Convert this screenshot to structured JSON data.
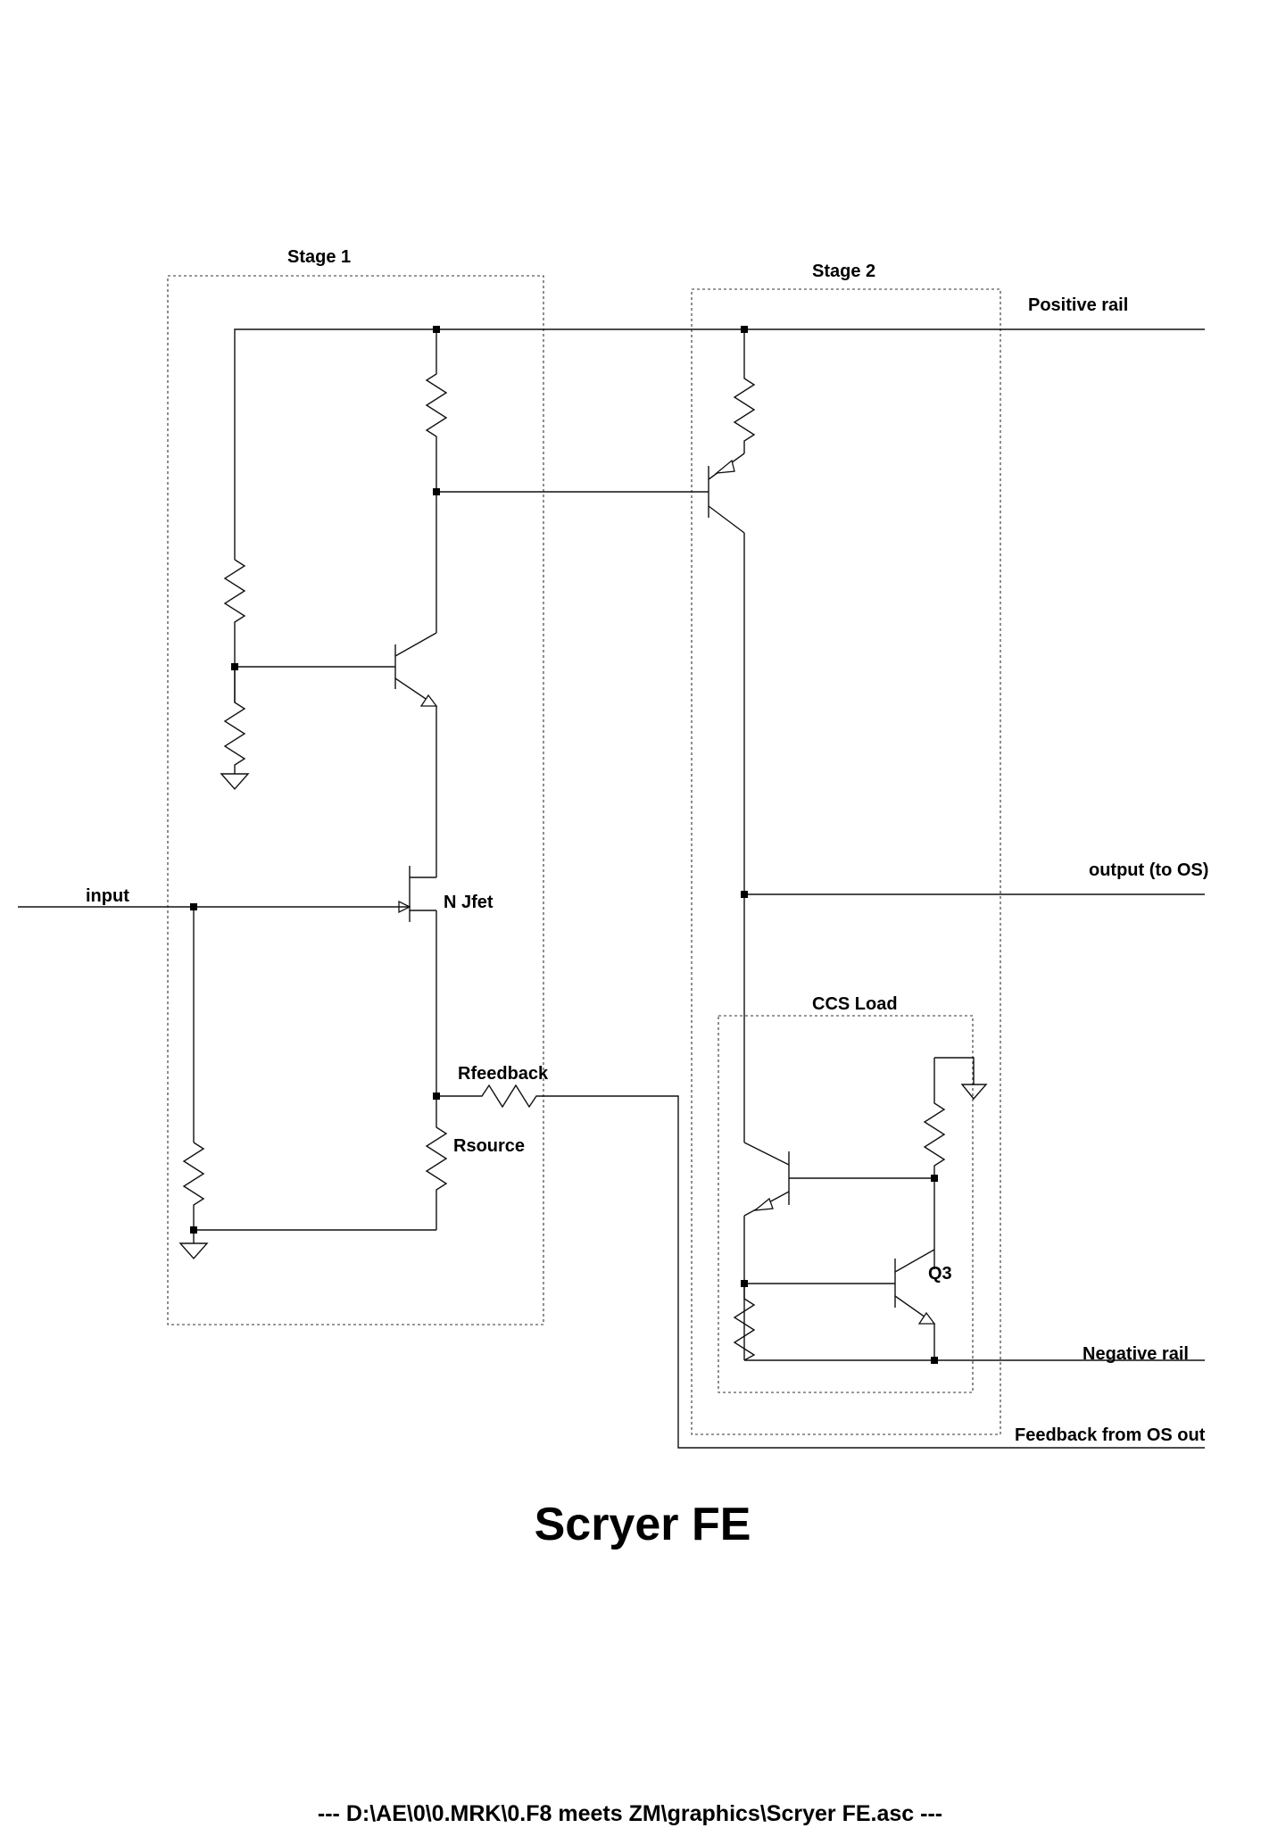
{
  "title": "Scryer FE",
  "file_path": "---  D:\\AE\\0\\0.MRK\\0.F8 meets ZM\\graphics\\Scryer FE.asc  ---",
  "blocks": {
    "stage1": "Stage 1",
    "stage2": "Stage 2",
    "ccs_load": "CCS Load"
  },
  "nets": {
    "positive_rail": "Positive rail",
    "output": "output (to OS)",
    "input": "input",
    "negative_rail": "Negative rail",
    "feedback": "Feedback from OS out"
  },
  "components": {
    "jfet": "N Jfet",
    "rfeedback": "Rfeedback",
    "rsource": "Rsource",
    "q3": "Q3"
  }
}
